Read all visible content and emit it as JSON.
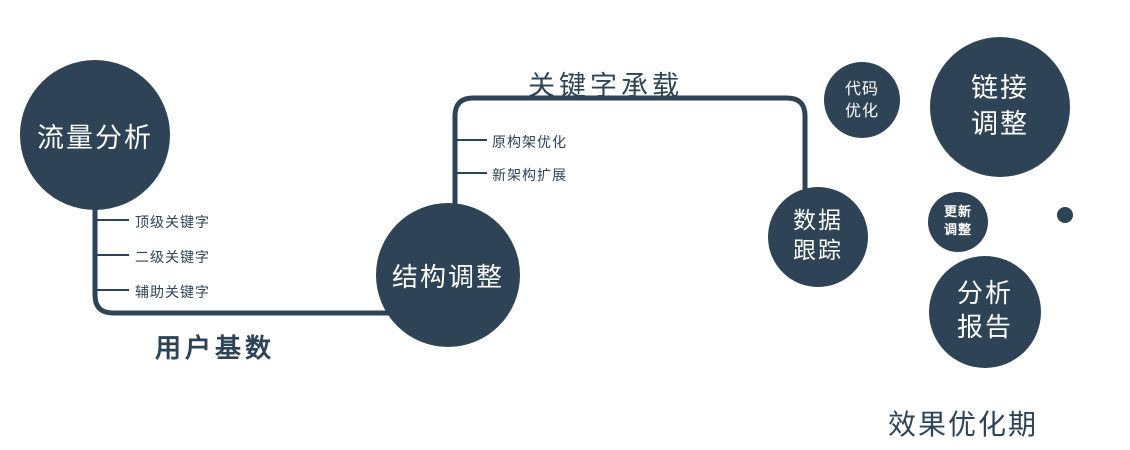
{
  "colors": {
    "node_fill": "#2e4355",
    "line": "#2e4355",
    "label_text": "#2e4355"
  },
  "nodes": {
    "traffic_analysis": {
      "label": "流量分析"
    },
    "structure_adjust": {
      "label": "结构调整"
    },
    "data_tracking": {
      "line1": "数据",
      "line2": "跟踪"
    },
    "code_optimize": {
      "line1": "代码",
      "line2": "优化"
    },
    "link_adjust": {
      "line1": "链接",
      "line2": "调整"
    },
    "update_adjust": {
      "line1": "更新",
      "line2": "调整"
    },
    "analysis_report": {
      "line1": "分析",
      "line2": "报告"
    }
  },
  "branch_labels": {
    "traffic": [
      "顶级关键字",
      "二级关键字",
      "辅助关键字"
    ],
    "structure": [
      "原构架优化",
      "新架构扩展"
    ]
  },
  "edge_labels": {
    "user_base": "用户基数",
    "keyword_carry": "关键字承载"
  },
  "caption": "效果优化期"
}
